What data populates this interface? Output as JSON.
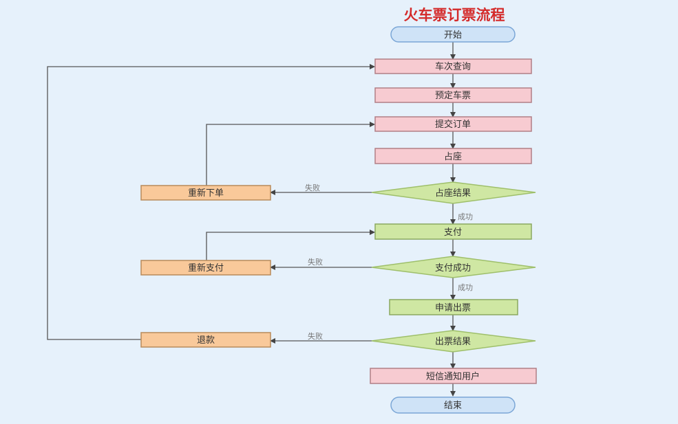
{
  "title": "火车票订票流程",
  "colors": {
    "title": "#d42a2a",
    "terminal_fill": "#cfe3f7",
    "terminal_stroke": "#7aa6d6",
    "process_fill": "#f7cbd1",
    "process_stroke": "#b07f86",
    "action_fill": "#cfe7a3",
    "action_stroke": "#8aa860",
    "decision_fill": "#cfe7a3",
    "decision_stroke": "#9ebf6a",
    "retry_fill": "#f9c99a",
    "retry_stroke": "#b88a5a",
    "line": "#555555"
  },
  "nodes": {
    "start": "开始",
    "query": "车次查询",
    "reserve": "预定车票",
    "submit": "提交订单",
    "seat": "占座",
    "seat_result": "占座结果",
    "reorder": "重新下单",
    "pay": "支付",
    "pay_result": "支付成功",
    "repay": "重新支付",
    "issue": "申请出票",
    "issue_result": "出票结果",
    "refund": "退款",
    "sms": "短信通知用户",
    "end": "结束"
  },
  "edge_labels": {
    "seat_fail": "失败",
    "seat_success": "成功",
    "pay_fail": "失败",
    "pay_success": "成功",
    "issue_fail": "失败"
  }
}
